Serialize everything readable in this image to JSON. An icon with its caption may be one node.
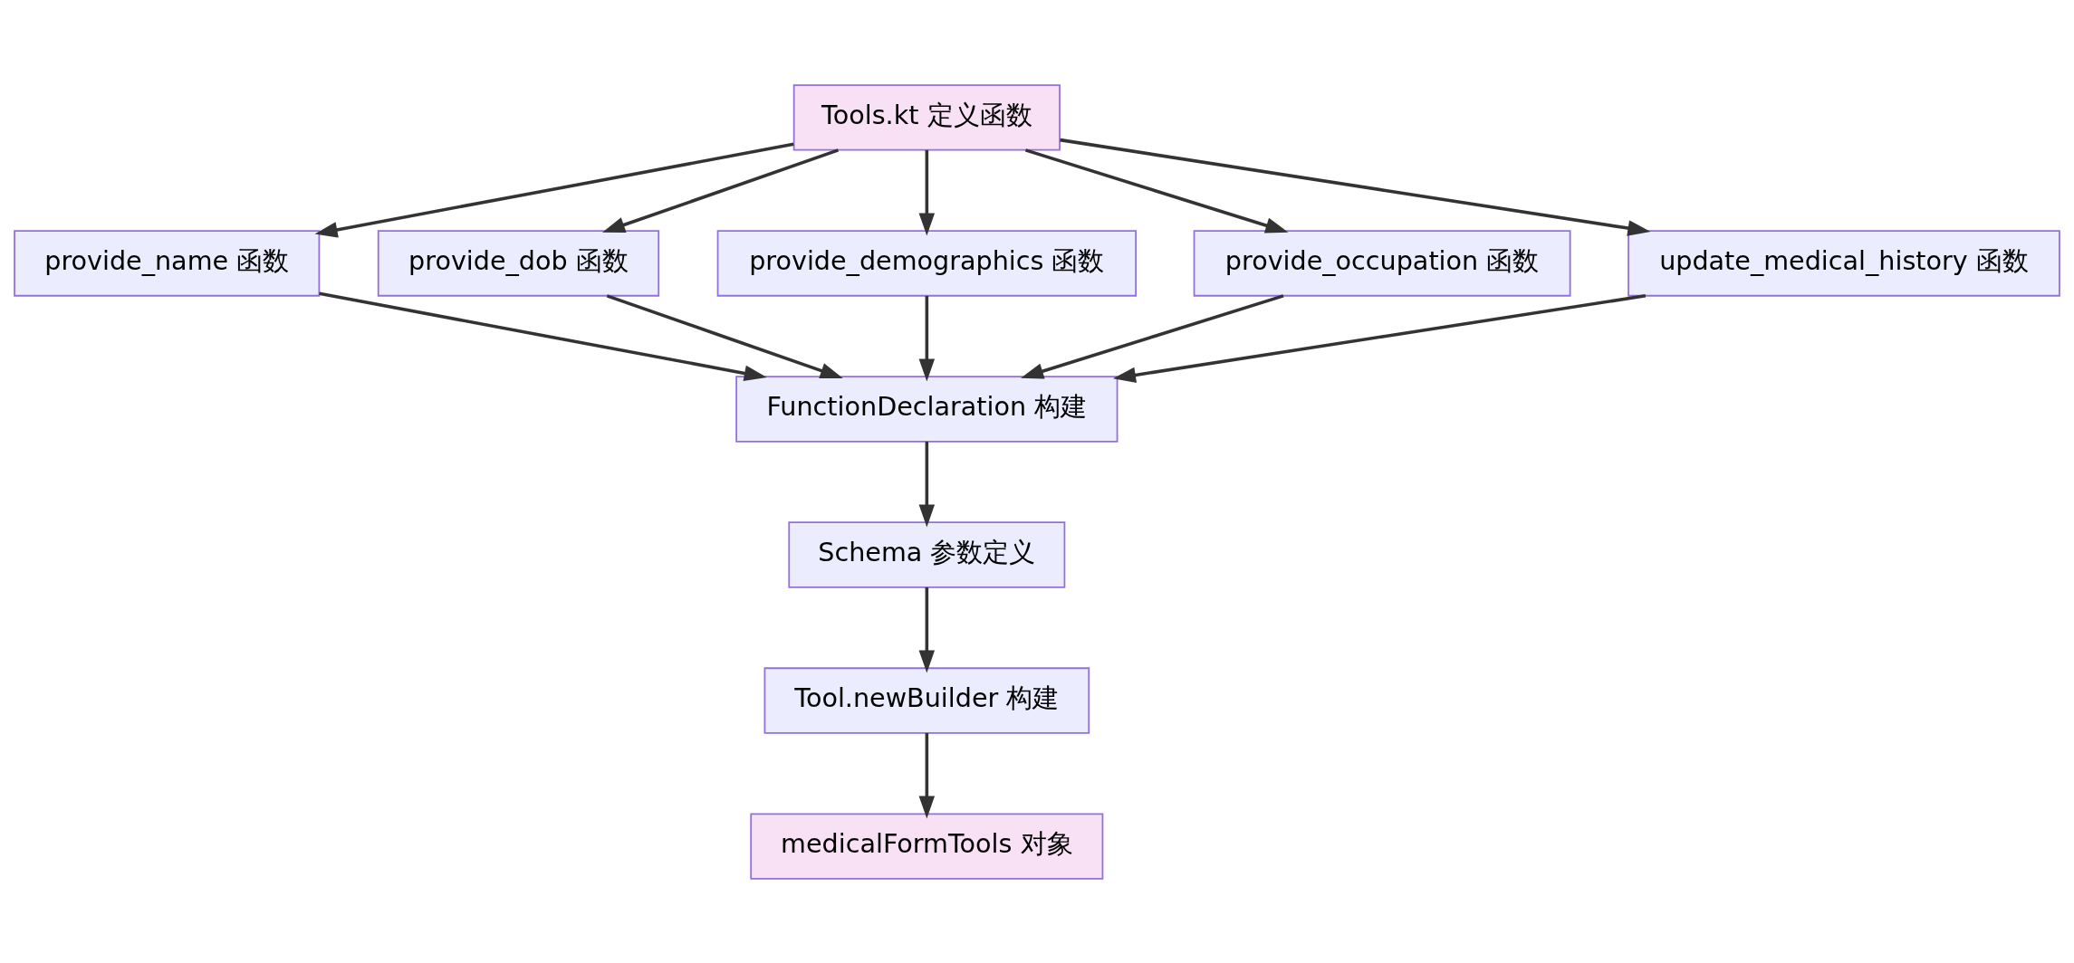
{
  "diagram": {
    "nodes": [
      {
        "text": [
          "Tools.kt 定义函数"
        ]
      },
      {
        "text": [
          "provide_name 函数"
        ]
      },
      {
        "text": [
          "provide_dob 函数"
        ]
      },
      {
        "text": [
          "provide_demographics 函数"
        ]
      },
      {
        "text": [
          "provide_occupation 函数"
        ]
      },
      {
        "text": [
          "update_medical_history 函数"
        ]
      },
      {
        "text": [
          "FunctionDeclaration 构建"
        ]
      },
      {
        "text": [
          "Schema 参数定义"
        ]
      },
      {
        "text": [
          "Tool.newBuilder 构建"
        ]
      },
      {
        "text": [
          "medicalFormTools 对象"
        ]
      }
    ],
    "edges": [
      {
        "from": 0,
        "to": 1,
        "arrow": "to"
      },
      {
        "from": 0,
        "to": 2,
        "arrow": "to"
      },
      {
        "from": 0,
        "to": 3,
        "arrow": "to"
      },
      {
        "from": 0,
        "to": 4,
        "arrow": "to"
      },
      {
        "from": 0,
        "to": 5,
        "arrow": "to"
      },
      {
        "from": 1,
        "to": 6,
        "arrow": "to"
      },
      {
        "from": 2,
        "to": 6,
        "arrow": "to"
      },
      {
        "from": 3,
        "to": 6,
        "arrow": "to"
      },
      {
        "from": 4,
        "to": 6,
        "arrow": "to"
      },
      {
        "from": 5,
        "to": 6,
        "arrow": "to"
      },
      {
        "from": 6,
        "to": 7,
        "arrow": "to"
      },
      {
        "from": 7,
        "to": 8,
        "arrow": "to"
      },
      {
        "from": 8,
        "to": 9,
        "arrow": "to"
      }
    ]
  }
}
